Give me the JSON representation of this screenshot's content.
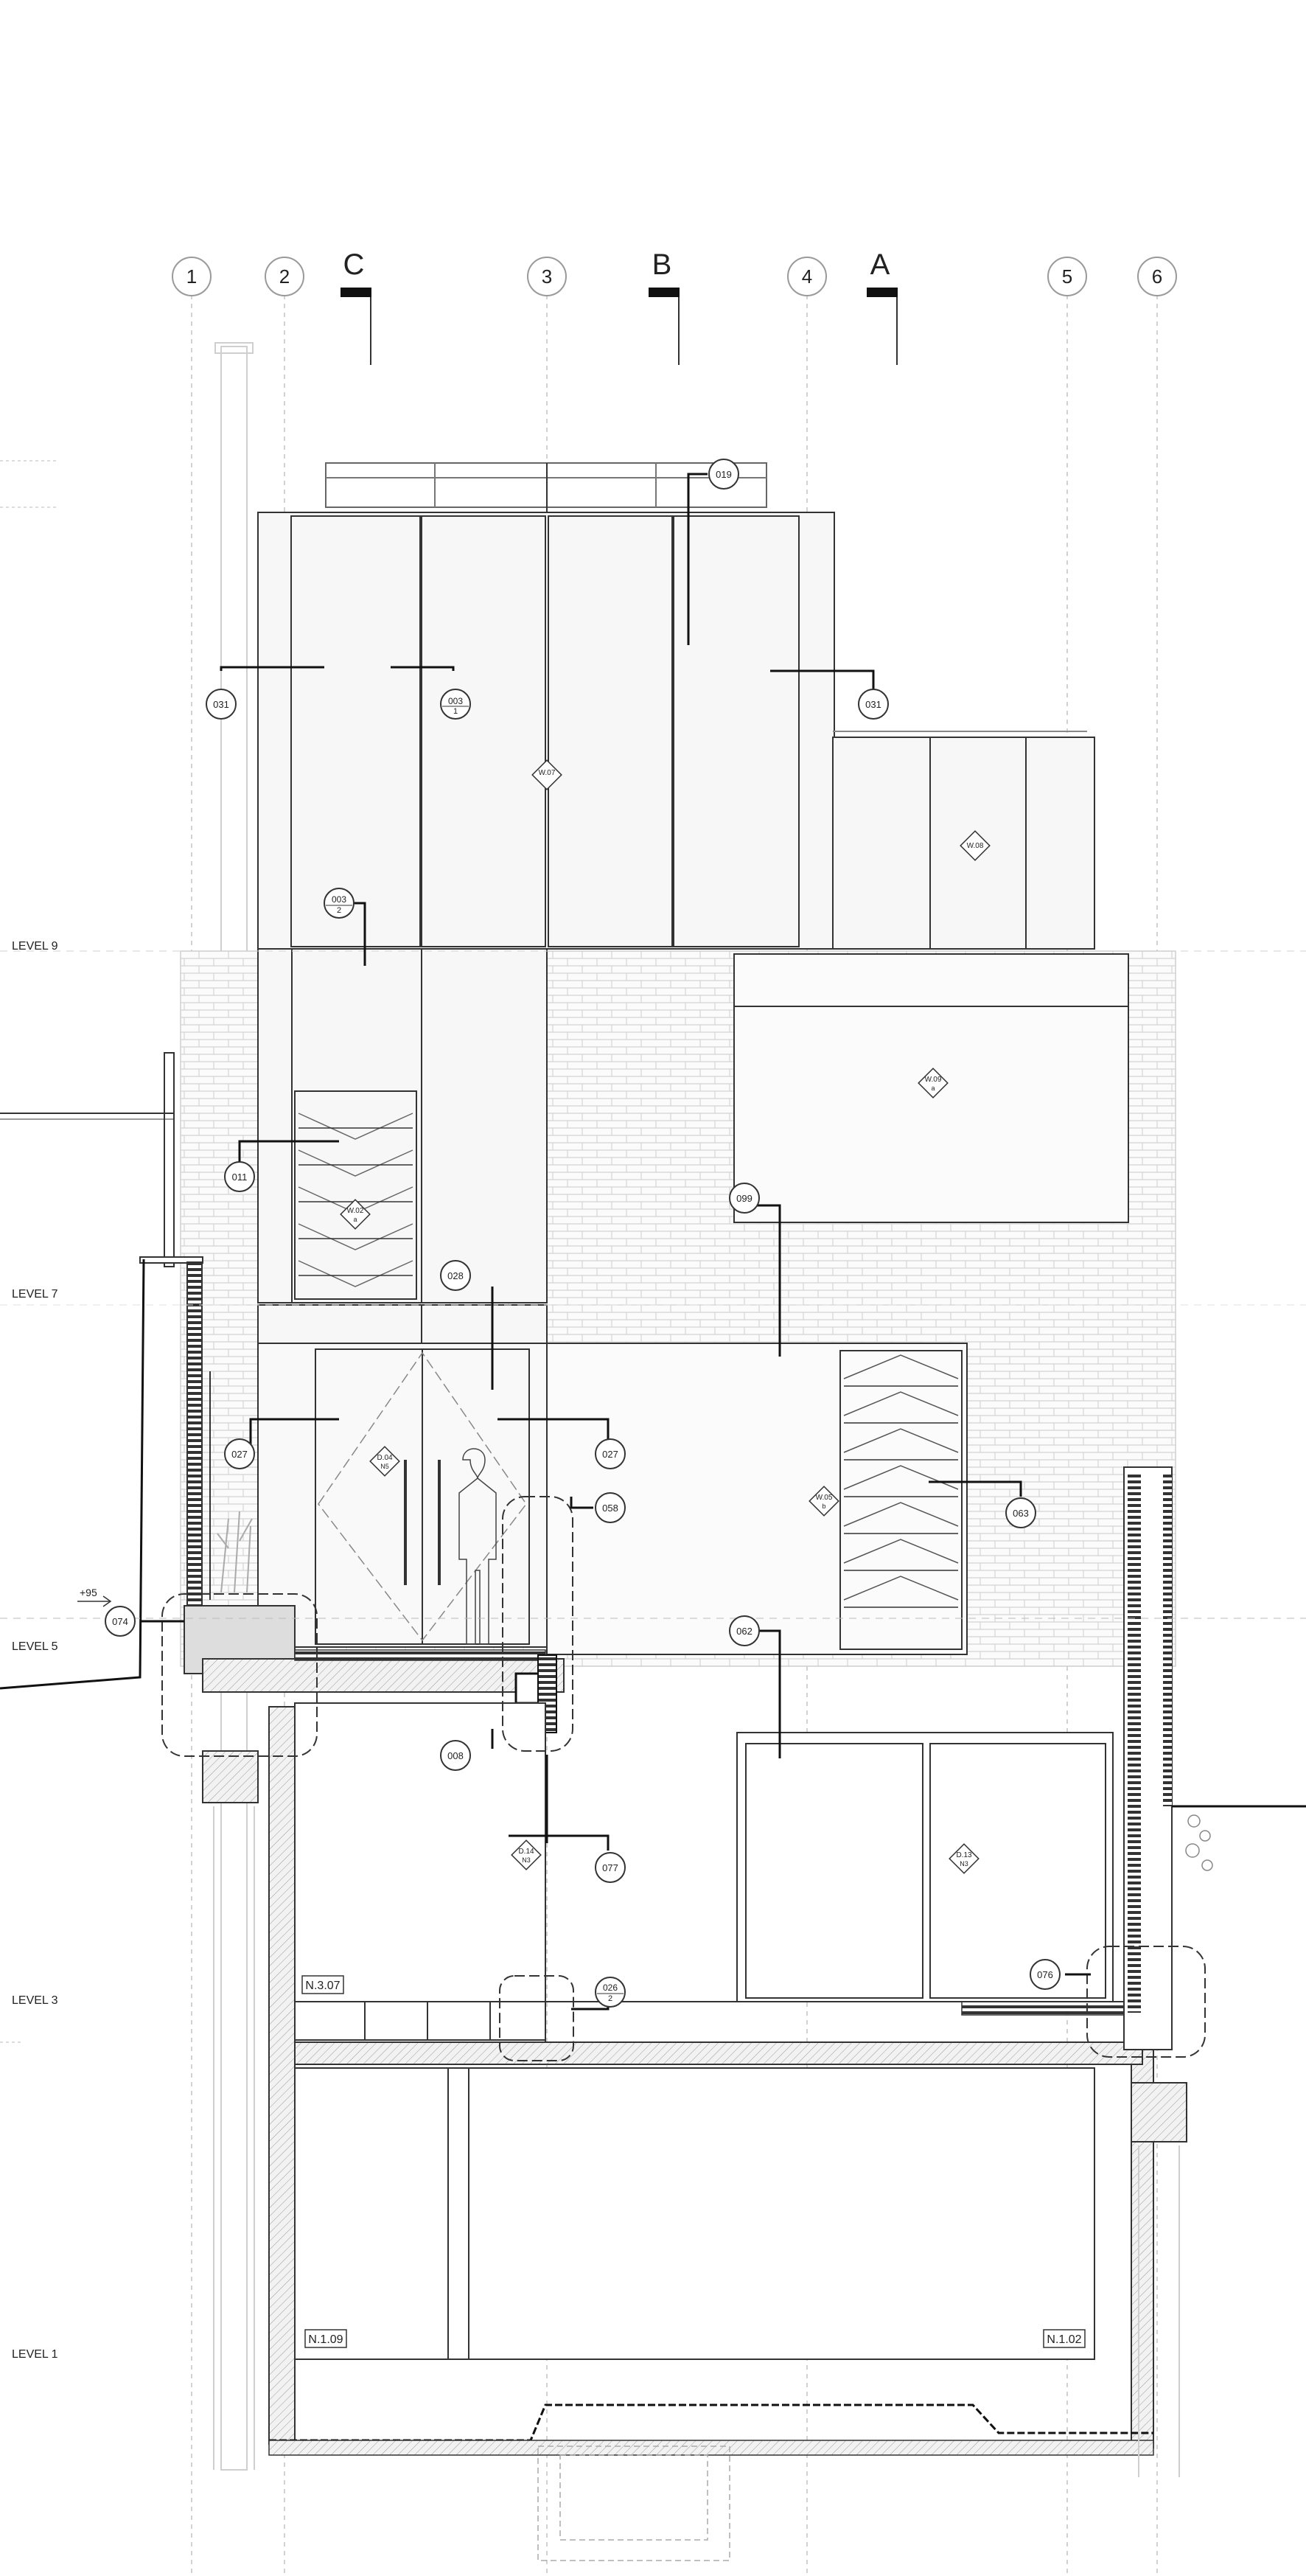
{
  "grid": {
    "numbers": [
      "1",
      "2",
      "3",
      "4",
      "5",
      "6"
    ],
    "letters": [
      "C",
      "B",
      "A"
    ]
  },
  "levels": [
    "LEVEL 9",
    "LEVEL 7",
    "LEVEL 5",
    "LEVEL 3",
    "LEVEL 1"
  ],
  "spot_elevation": "+95",
  "rooms": [
    "N.3.07",
    "N.1.09",
    "N.1.02"
  ],
  "tags": {
    "t019": "019",
    "t031a": "031",
    "t003a": "003",
    "t003a_sub": "1",
    "t031b": "031",
    "t003b": "003",
    "t003b_sub": "2",
    "t011": "011",
    "t028": "028",
    "t099": "099",
    "t027a": "027",
    "t027b": "027",
    "t058": "058",
    "t063": "063",
    "t074": "074",
    "t062": "062",
    "t008": "008",
    "t077": "077",
    "t026": "026",
    "t026_sub": "2",
    "t076": "076"
  },
  "types": {
    "w07": "W.07",
    "w08": "W.08",
    "w09": "W.09",
    "w09_sub": "a",
    "w02": "W.02",
    "w02_sub": "a",
    "d04": "D.04",
    "d04_sub": "N5",
    "w05": "W.05",
    "w05_sub": "b",
    "d14": "D.14",
    "d14_sub": "N3",
    "d13": "D.13",
    "d13_sub": "N3"
  },
  "colors": {
    "line": "#222222",
    "grid": "#9a9a9a",
    "brick": "#cfcfcf",
    "hatch": "#8a8a8a"
  }
}
